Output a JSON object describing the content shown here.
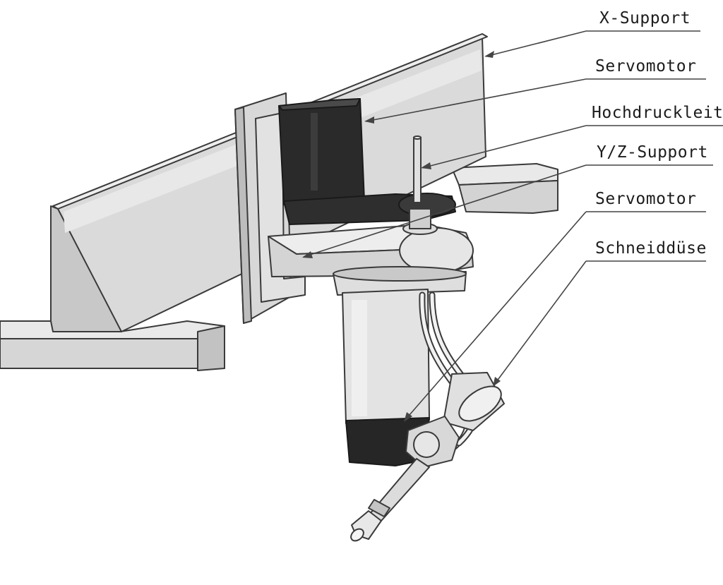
{
  "labels": [
    {
      "id": "x-support",
      "text": "X-Support"
    },
    {
      "id": "servomotor-top",
      "text": "Servomotor"
    },
    {
      "id": "hochdruckleitung",
      "text": "Hochdruckleitu"
    },
    {
      "id": "yz-support",
      "text": "Y/Z-Support"
    },
    {
      "id": "servomotor-bottom",
      "text": "Servomotor"
    },
    {
      "id": "schneidduese",
      "text": "Schneiddüse"
    }
  ],
  "colors": {
    "metal_light": "#e4e4e4",
    "metal_mid": "#cfcfcf",
    "metal_shadow": "#b4b4b4",
    "motor_dark": "#2a2a2a",
    "outline": "#3a3a3a",
    "leader_line": "#444444"
  }
}
